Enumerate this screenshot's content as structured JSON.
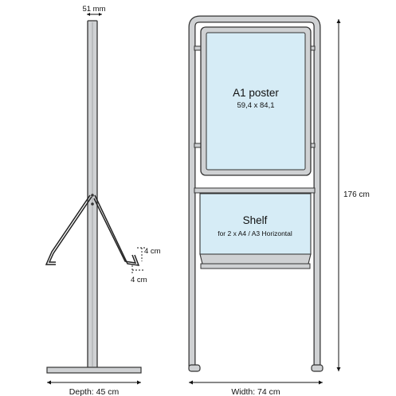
{
  "side_view": {
    "top_width": "51 mm",
    "depth": "Depth: 45 cm",
    "hook_height": "4 cm",
    "hook_width": "4 cm"
  },
  "front_view": {
    "height": "176 cm",
    "width": "Width: 74 cm",
    "poster_title": "A1 poster",
    "poster_size": "59,4 x 84,1",
    "shelf_title": "Shelf",
    "shelf_desc": "for 2 x A4 / A3 Horizontal"
  },
  "colors": {
    "frame": "#8a8d90",
    "panel_fill": "#d6ecf6",
    "line": "#111111"
  }
}
